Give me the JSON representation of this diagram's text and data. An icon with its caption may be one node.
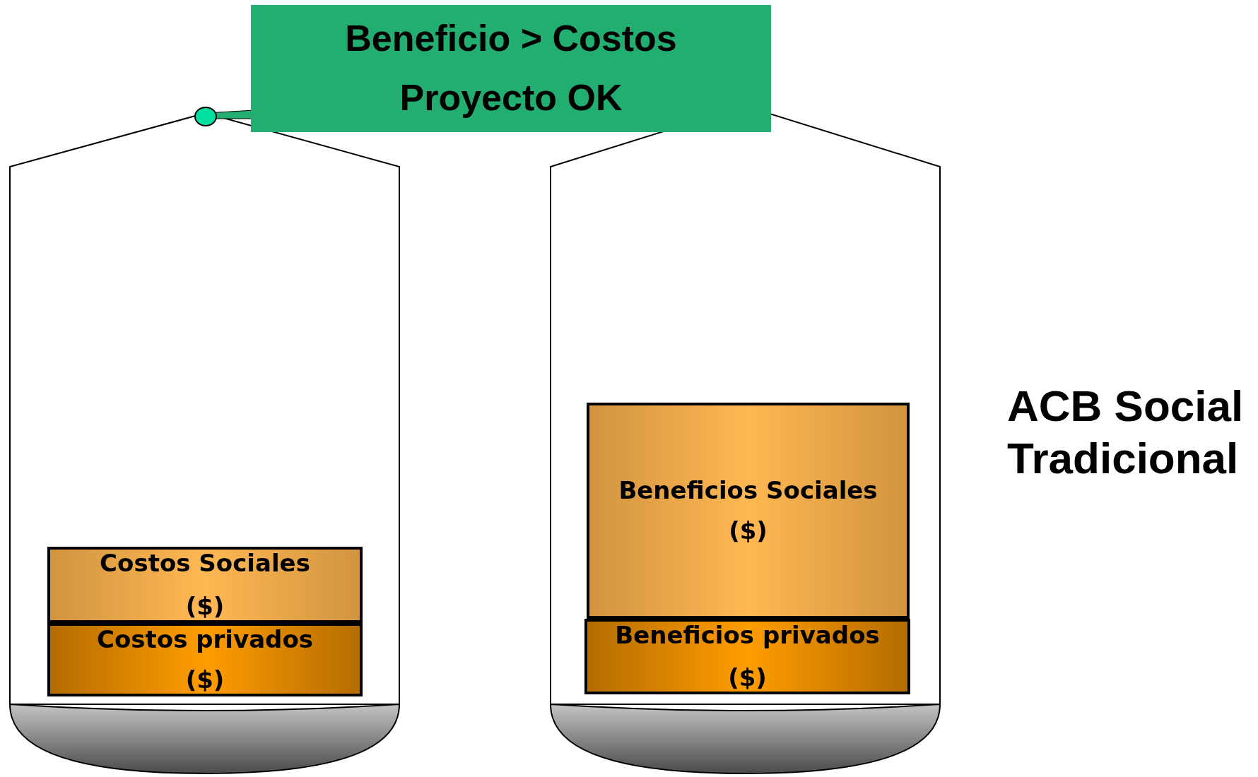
{
  "diagram": {
    "nodes": [
      {
        "text": [
          "Beneficio > Costos",
          "Proyecto OK"
        ]
      },
      {
        "text": [
          "Costos Sociales",
          "($)"
        ]
      },
      {
        "text": [
          "Costos privados",
          "($)"
        ]
      },
      {
        "text": [
          "Beneficios Sociales",
          "($)"
        ]
      },
      {
        "text": [
          "Beneficios privados",
          "($)"
        ]
      }
    ],
    "labels": [
      "ACB Social Tradicional"
    ]
  }
}
